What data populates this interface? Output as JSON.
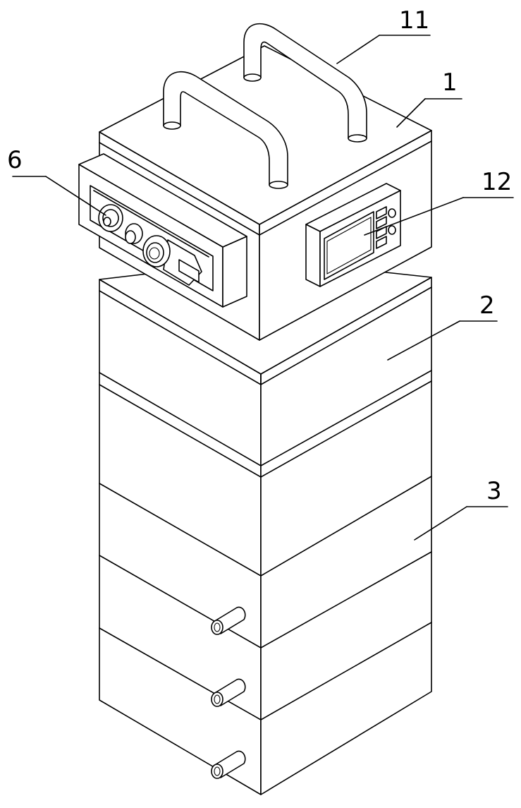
{
  "figure": {
    "labels": [
      {
        "id": "label-11",
        "text": "11"
      },
      {
        "id": "label-1",
        "text": "1"
      },
      {
        "id": "label-6",
        "text": "6"
      },
      {
        "id": "label-12",
        "text": "12"
      },
      {
        "id": "label-2",
        "text": "2"
      },
      {
        "id": "label-3",
        "text": "3"
      }
    ]
  }
}
